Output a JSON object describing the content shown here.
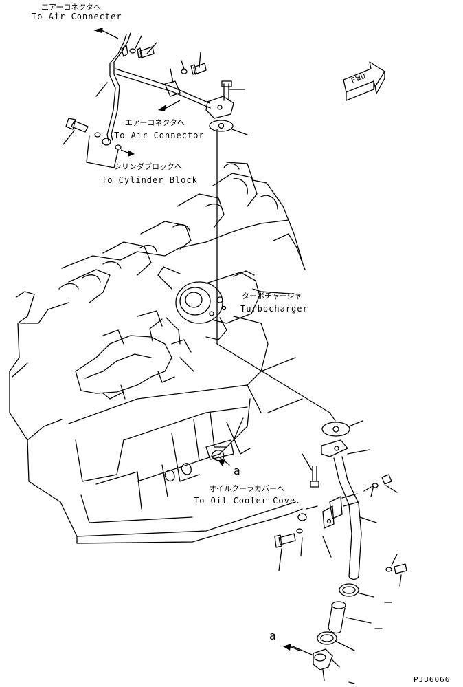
{
  "labels": {
    "air_connector_top_jp": "エアーコネクタへ",
    "air_connector_top_en": "To Air Connecter",
    "air_connector_mid_jp": "エアーコネクタへ",
    "air_connector_mid_en": "To Air Connector",
    "cylinder_block_jp": "シリンダブロックへ",
    "cylinder_block_en": "To Cylinder Block",
    "turbocharger_jp": "ターボチャージャ",
    "turbocharger_en": "Turbocharger",
    "oil_cooler_jp": "オイルクーラカバーへ",
    "oil_cooler_en": "To Oil Cooler Cove.",
    "ref_a_upper": "a",
    "ref_a_lower": "a",
    "fwd": "FWD",
    "part_code": "PJ36066"
  }
}
